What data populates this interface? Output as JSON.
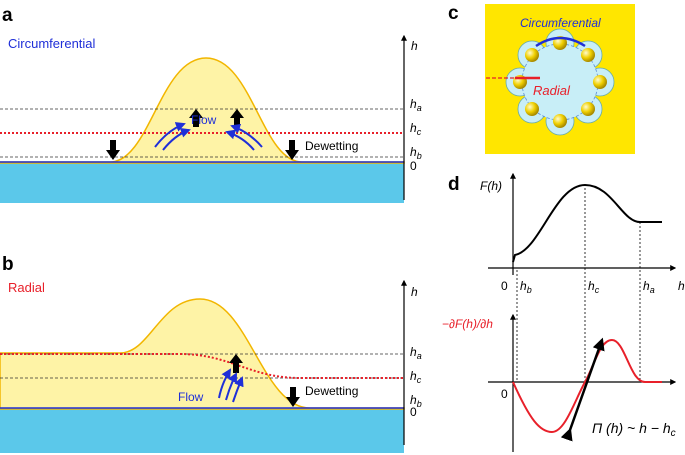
{
  "panels": {
    "a": {
      "letter": "a",
      "title": "Circumferential",
      "axis_label": "h",
      "levels": [
        "h",
        "h",
        "h",
        "0"
      ],
      "level_subs": [
        "a",
        "c",
        "b"
      ],
      "flow_label": "Flow",
      "dewetting_label": "Dewetting"
    },
    "b": {
      "letter": "b",
      "title": "Radial",
      "axis_label": "h",
      "levels": [
        "h",
        "h",
        "h",
        "0"
      ],
      "level_subs": [
        "a",
        "c",
        "b"
      ],
      "flow_label": "Flow",
      "dewetting_label": "Dewetting"
    },
    "c": {
      "letter": "c",
      "circumferential_label": "Circumferential",
      "radial_label": "Radial"
    },
    "d": {
      "letter": "d",
      "top_ylabel": "F(h)",
      "bottom_ylabel": "−∂F(h)/∂h",
      "xlabel": "h",
      "zero": "0",
      "ticks": [
        "h",
        "h",
        "h"
      ],
      "tick_subs": [
        "b",
        "c",
        "a"
      ],
      "pi_label": "Π (h) ~ h − h",
      "pi_sub": "c"
    }
  },
  "colors": {
    "substrate": "#5bc8ea",
    "droplet_fill": "#fef3a6",
    "droplet_edge": "#f2b600",
    "flow_blue": "#1f2fd8",
    "radial_red": "#e8202a",
    "panel_c_bg": "#ffe600"
  }
}
